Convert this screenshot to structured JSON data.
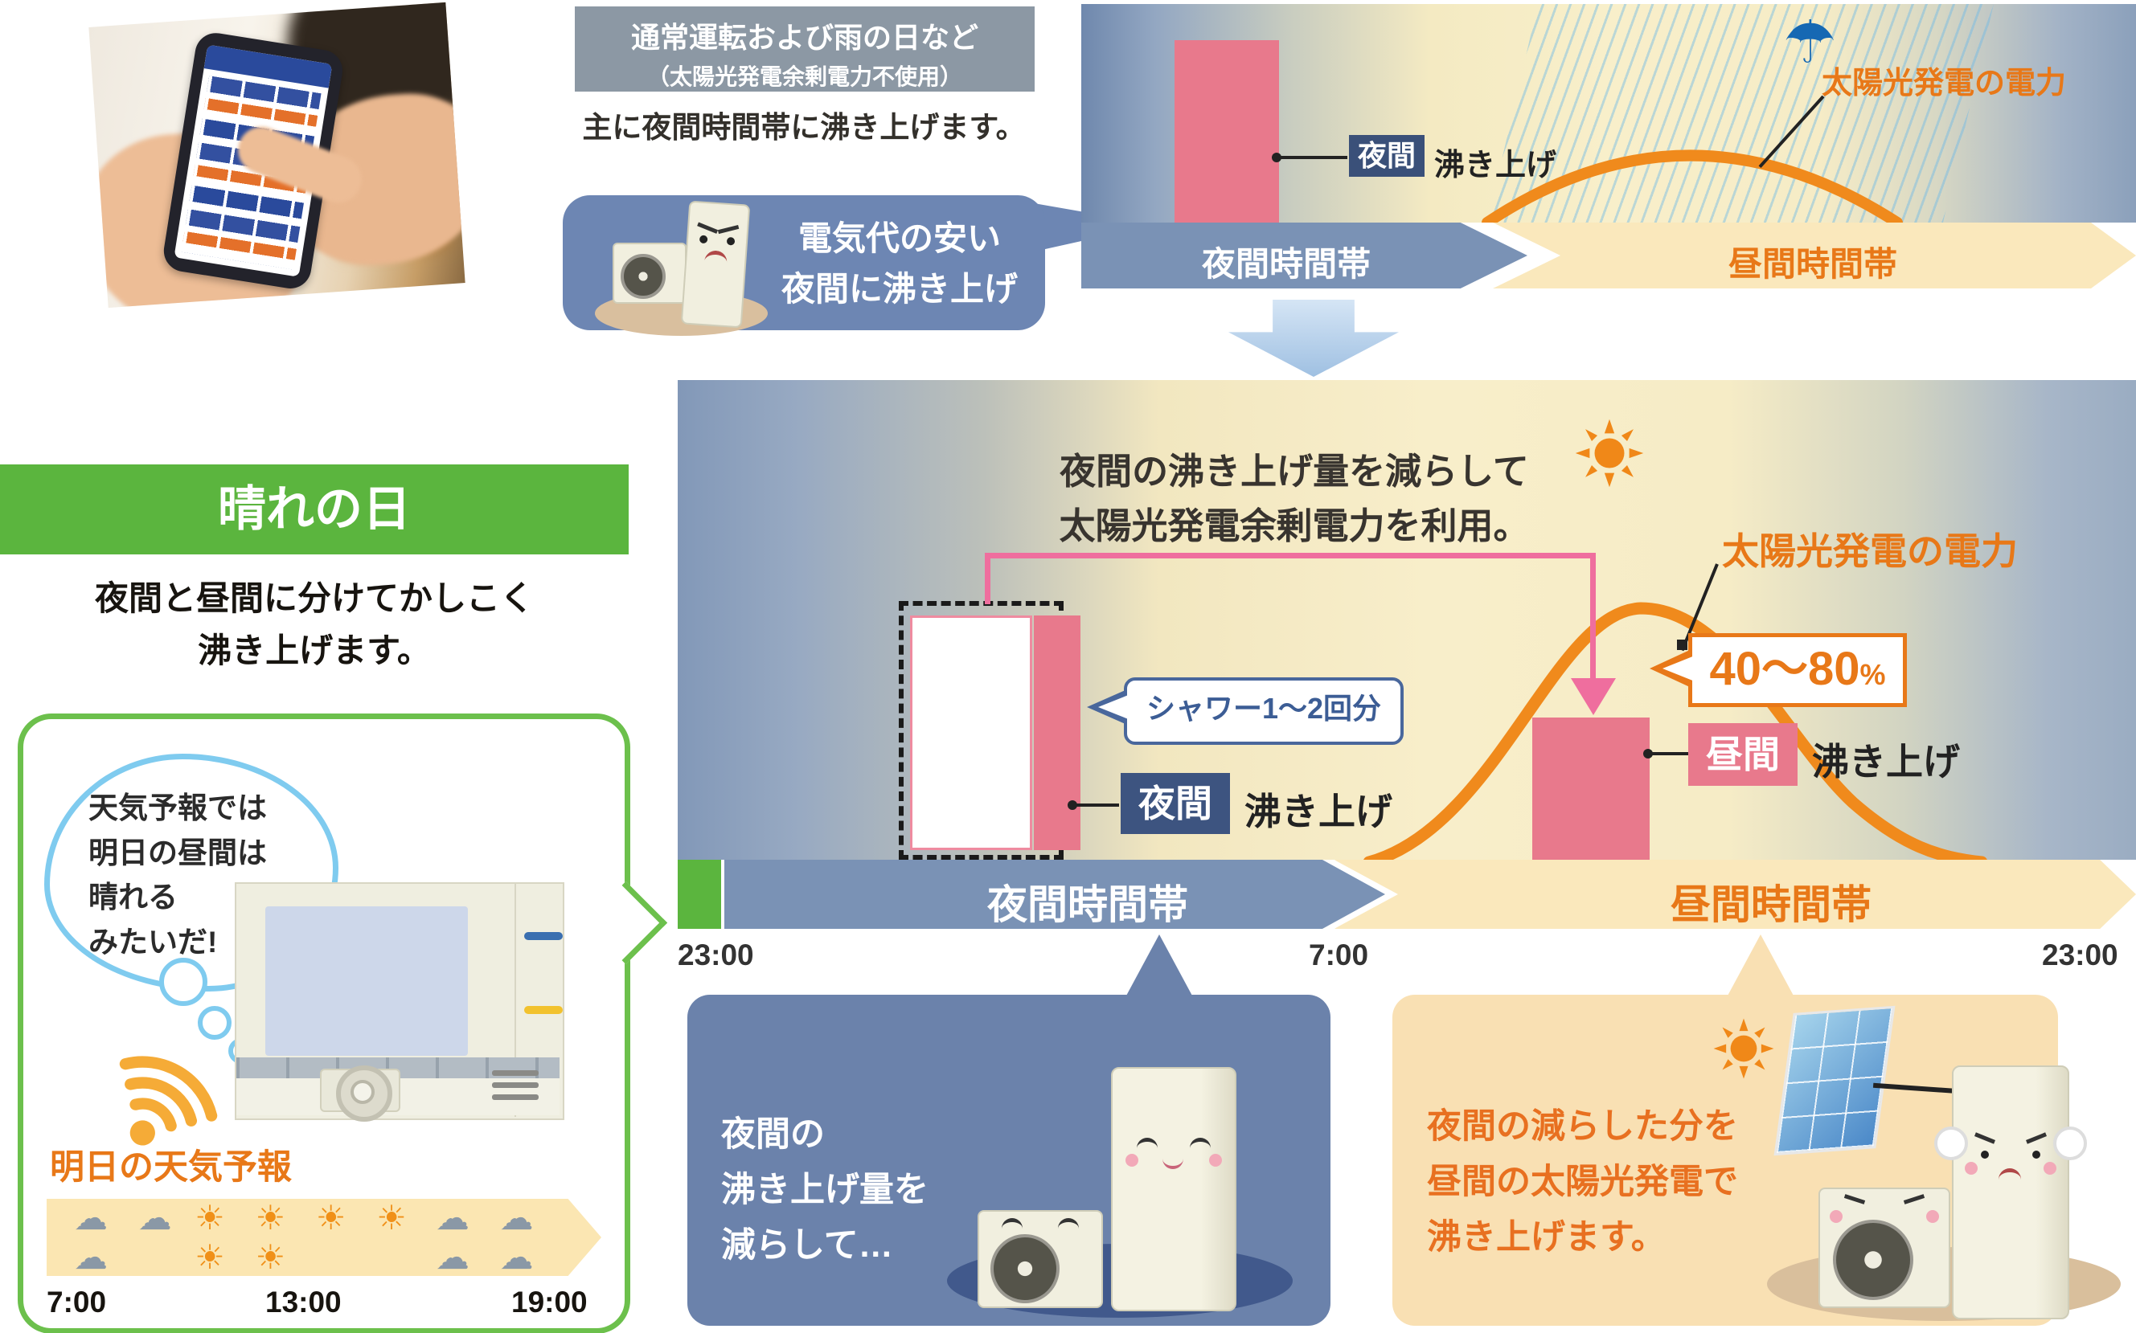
{
  "colors": {
    "green": "#5bb53e",
    "pink_bar": "#e8798c",
    "navy_tag": "#3d5480",
    "bubble_blue": "#6d86b3",
    "orange": "#e87818",
    "cream_band": "#fae8bc",
    "night_band_blue": "#7a92b5",
    "callout_night_bg": "#6b82ab",
    "callout_day_bg": "#f9e0b3"
  },
  "top_note": {
    "line1": "通常運転および雨の日など",
    "line2": "（太陽光発電余剰電力不使用）",
    "subtitle": "主に夜間時間帯に沸き上げます。"
  },
  "bubble": {
    "line1": "電気代の安い",
    "line2": "夜間に沸き上げ"
  },
  "diagram_rainy": {
    "night_tag": "夜間",
    "boil": "沸き上げ",
    "solar_label": "太陽光発電の電力",
    "umbrella_icon": "☂",
    "night_band": "夜間時間帯",
    "day_band": "昼間時間帯"
  },
  "sunny_header": {
    "title": "晴れの日",
    "desc1": "夜間と昼間に分けてかしこく",
    "desc2": "沸き上げます。"
  },
  "forecast_box": {
    "thought1": "天気予報では",
    "thought2": "明日の昼間は",
    "thought3": "晴れる",
    "thought4": "みたいだ!",
    "title": "明日の天気予報",
    "clouds_morning": "☁ ☁ ☁",
    "suns": "☀ ☀ ☀ ☀ ☀ ☀",
    "clouds_evening": "☁ ☁ ☁ ☁",
    "time_start": "7:00",
    "time_mid": "13:00",
    "time_end": "19:00"
  },
  "diagram_sunny": {
    "headline1": "夜間の沸き上げ量を減らして",
    "headline2": "太陽光発電余剰電力を利用。",
    "solar_label": "太陽光発電の電力",
    "shower_note": "シャワー1～2回分",
    "night_tag": "夜間",
    "boil_night": "沸き上げ",
    "day_tag": "昼間",
    "boil_day": "沸き上げ",
    "percent": "40～80",
    "percent_unit": "%",
    "night_band": "夜間時間帯",
    "day_band": "昼間時間帯",
    "t_start": "23:00",
    "t_mid": "7:00",
    "t_end": "23:00"
  },
  "callout_night": {
    "line1": "夜間の",
    "line2": "沸き上げ量を",
    "line3": "減らして…"
  },
  "callout_day": {
    "line1": "夜間の減らした分を",
    "line2": "昼間の太陽光発電で",
    "line3": "沸き上げます。"
  }
}
